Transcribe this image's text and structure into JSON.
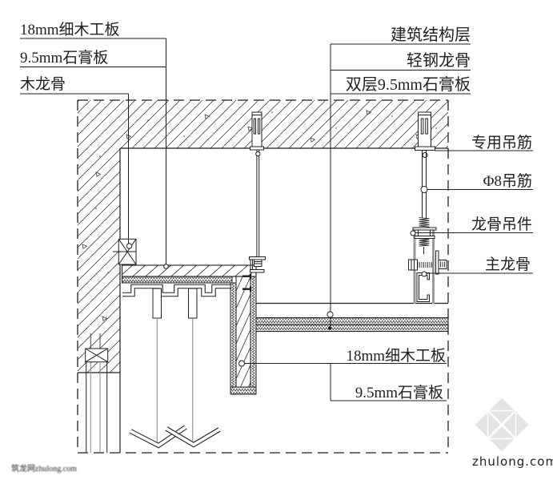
{
  "labels": {
    "top_left": [
      {
        "text": "18mm细木工板"
      },
      {
        "text": "9.5mm石膏板"
      },
      {
        "text": "木龙骨"
      }
    ],
    "top_right": [
      {
        "text": "建筑结构层"
      },
      {
        "text": "轻钢龙骨"
      },
      {
        "text": "双层9.5mm石膏板"
      }
    ],
    "right": [
      {
        "text": "专用吊筋"
      },
      {
        "text": "Φ8吊筋"
      },
      {
        "text": "龙骨吊件"
      },
      {
        "text": "主龙骨"
      }
    ],
    "bottom_right": [
      {
        "text": "18mm细木工板"
      },
      {
        "text": "9.5mm石膏板"
      }
    ]
  },
  "watermark": {
    "brand": "zhulong.com",
    "left_text": "筑龙网zhulong.com"
  },
  "colors": {
    "ink": "#1f1f1f",
    "gray_line": "#8a8a8a",
    "watermark_gray": "#e2e2e2",
    "watermark_text": "#dcdcdc"
  }
}
